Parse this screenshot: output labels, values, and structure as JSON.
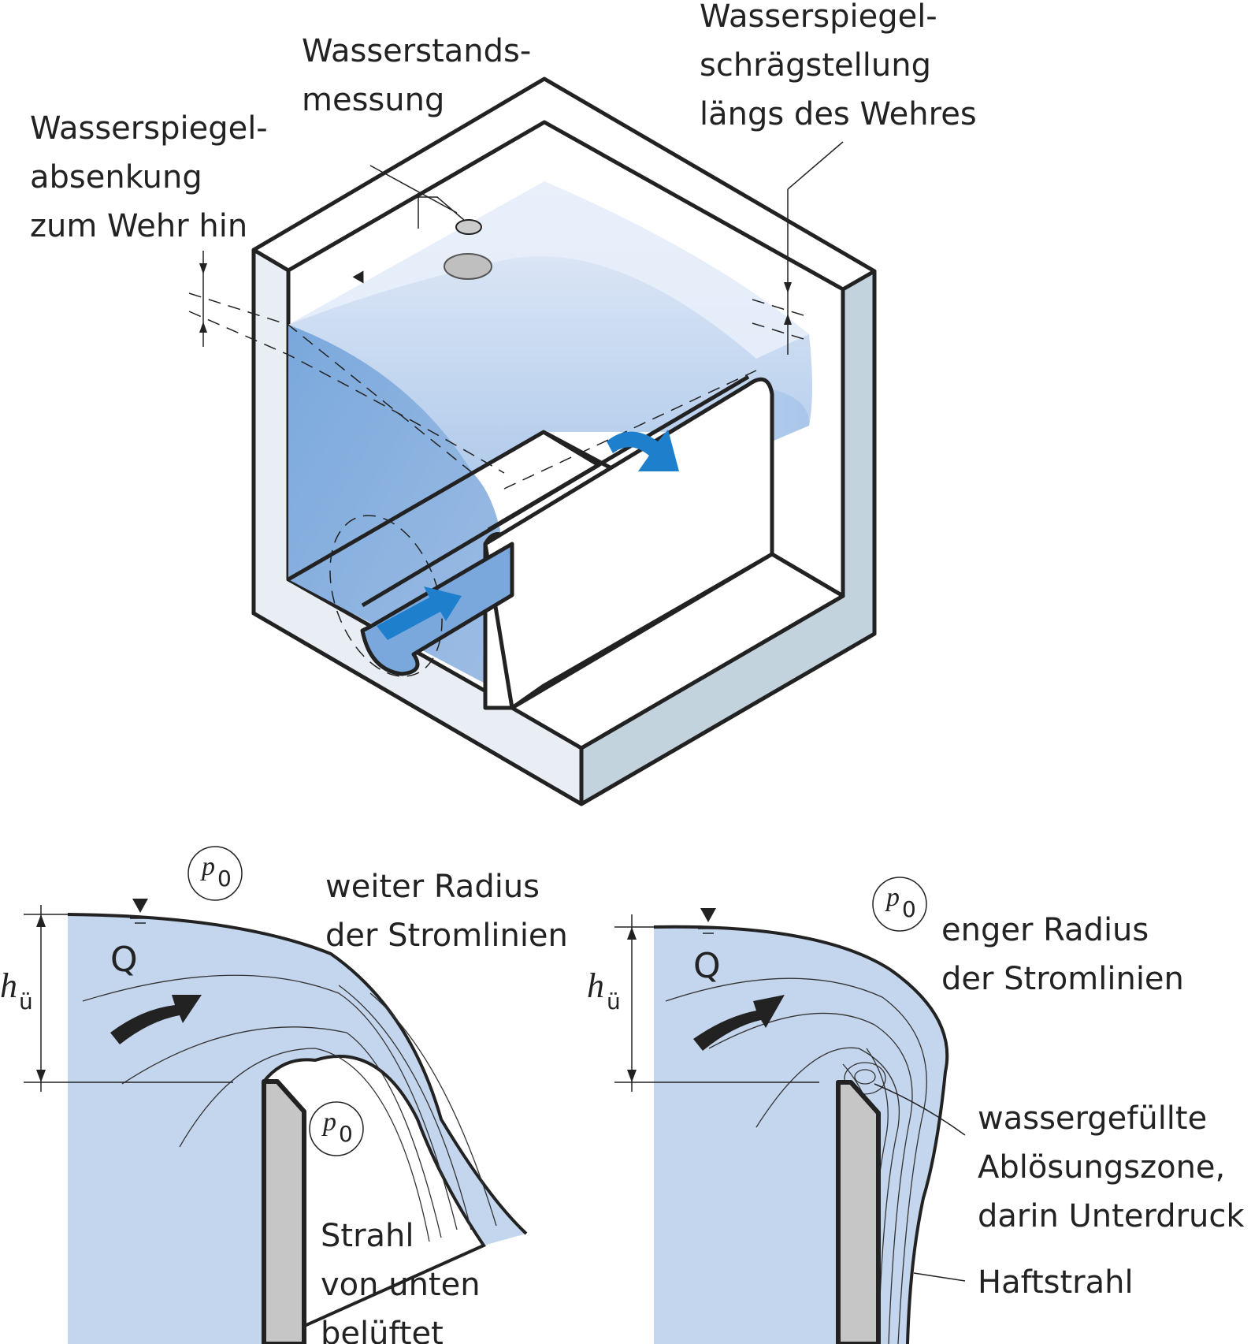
{
  "labels": {
    "absenkung": [
      "Wasserspiegel-",
      "absenkung",
      "zum Wehr hin"
    ],
    "messung": [
      "Wasserstands-",
      "messung"
    ],
    "schraeg": [
      "Wasserspiegel-",
      "schrägstellung",
      "längs des Wehres"
    ],
    "weiter": [
      "weiter Radius",
      "der Stromlinien"
    ],
    "enger": [
      "enger Radius",
      "der Stromlinien"
    ],
    "strahl": [
      "Strahl",
      "von unten",
      "belüftet"
    ],
    "abloesung": [
      "wassergefüllte",
      "Ablösungszone,",
      "darin Unterdruck"
    ],
    "haftstrahl": "Haftstrahl"
  },
  "symbols": {
    "p": "p",
    "p_sub": "0",
    "h": "h",
    "h_sub": "ü",
    "q": "Q"
  },
  "colors": {
    "water_deep": "#7aa8dc",
    "water_light": "#c4d6ee",
    "flow_arrow": "#1e7fcc",
    "wall_front": "#e6ecf2",
    "wall_side": "#c3d3de",
    "crest": "#c6c6c6"
  }
}
